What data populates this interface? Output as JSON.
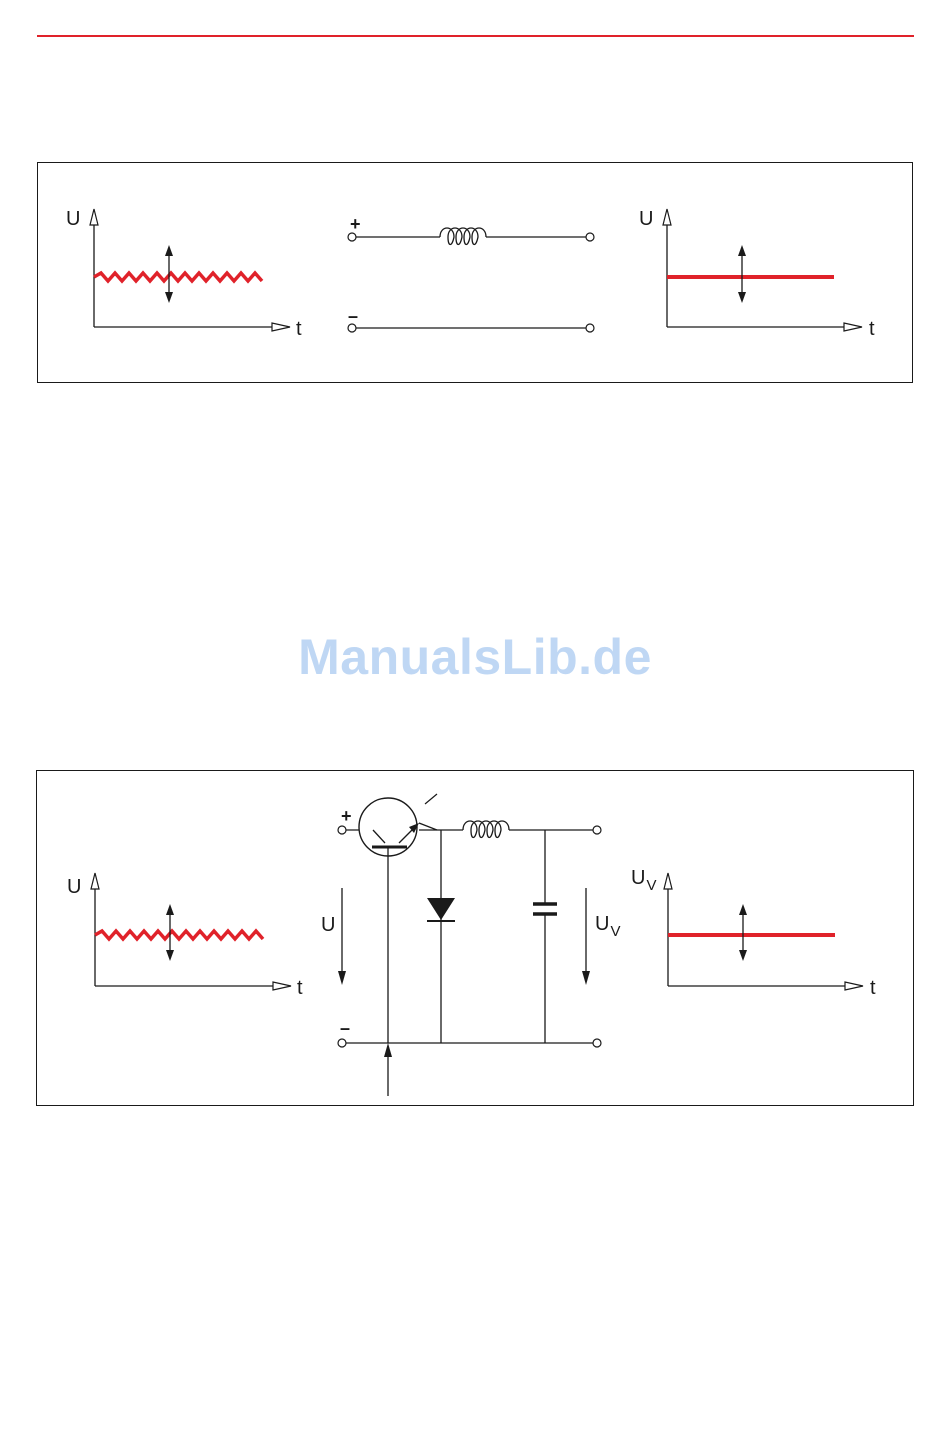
{
  "colors": {
    "accent_red": "#e0222a",
    "line": "#1a1a1a",
    "watermark": "#4a90e2"
  },
  "figure_top": {
    "input_graph": {
      "y_label": "U",
      "x_label": "t"
    },
    "circuit": {
      "plus": "+",
      "minus": "–"
    },
    "output_graph": {
      "y_label": "U",
      "x_label": "t"
    }
  },
  "figure_bottom": {
    "input_graph": {
      "y_label": "U",
      "x_label": "t"
    },
    "circuit": {
      "plus": "+",
      "minus": "–",
      "input_voltage": "U",
      "output_voltage": "U",
      "output_voltage_sub": "V"
    },
    "output_graph": {
      "y_label": "U",
      "y_label_sub": "V",
      "x_label": "t"
    }
  },
  "watermark": "ManualsLib.de"
}
